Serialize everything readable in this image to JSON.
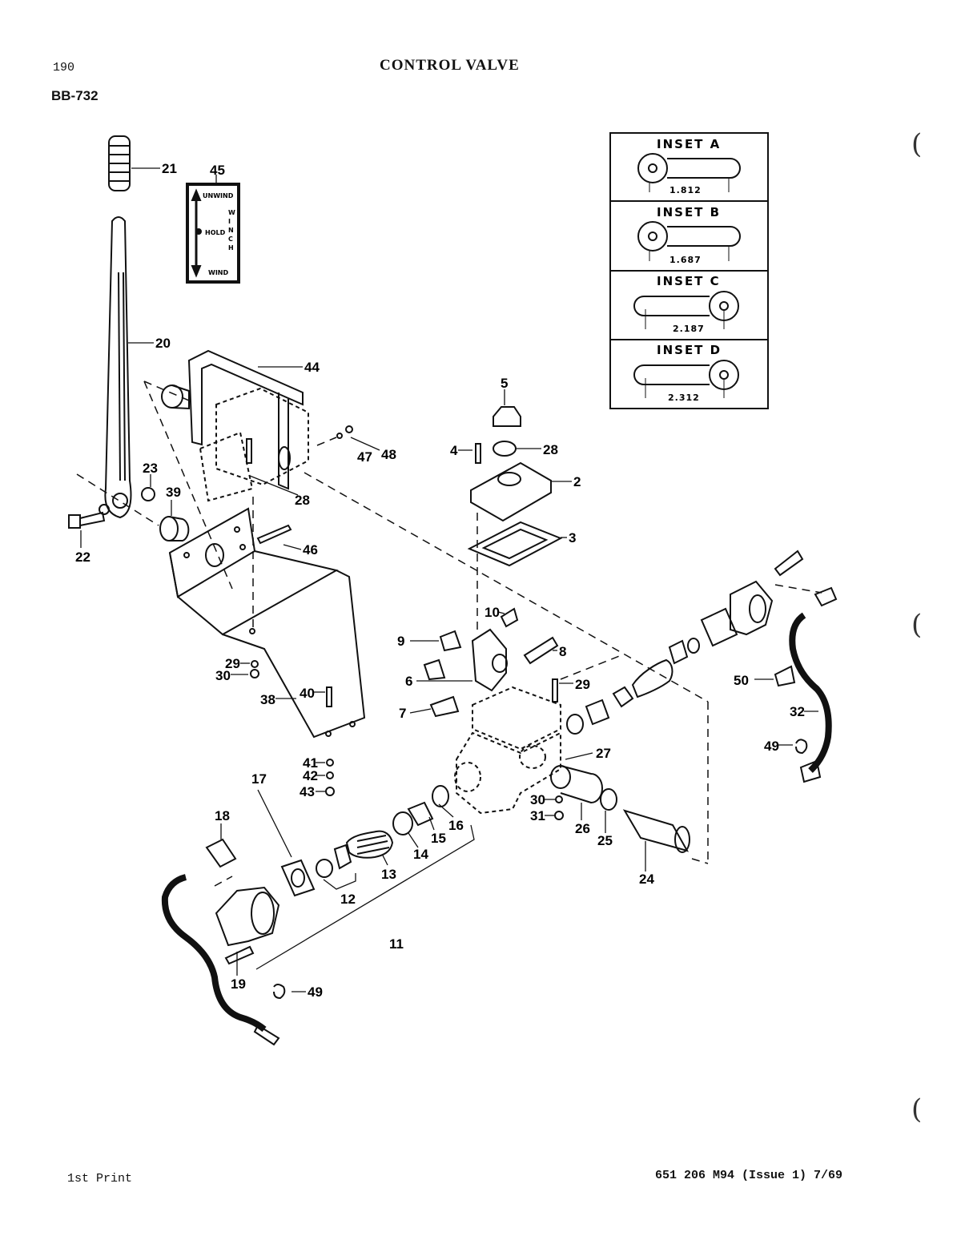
{
  "header": {
    "page_number": "190",
    "title": "CONTROL VALVE",
    "figure_code": "BB-732"
  },
  "footer": {
    "print_note": "1st Print",
    "doc_ref": "651 206 M94 (Issue 1) 7/69"
  },
  "insets": [
    {
      "title": "INSET A",
      "dimension": "1.812"
    },
    {
      "title": "INSET B",
      "dimension": "1.687"
    },
    {
      "title": "INSET C",
      "dimension": "2.187"
    },
    {
      "title": "INSET D",
      "dimension": "2.312"
    }
  ],
  "gauge_plate": {
    "number": "45",
    "top_label": "UNWIND",
    "middle_label": "HOLD",
    "bottom_label": "WIND",
    "side_label": [
      "W",
      "I",
      "N",
      "C",
      "H"
    ]
  },
  "callouts": [
    "21",
    "20",
    "44",
    "23",
    "39",
    "22",
    "28",
    "47",
    "48",
    "46",
    "29",
    "30",
    "38",
    "40",
    "41",
    "42",
    "43",
    "5",
    "4",
    "28",
    "2",
    "3",
    "10",
    "9",
    "8",
    "6",
    "29",
    "7",
    "27",
    "30",
    "31",
    "26",
    "25",
    "24",
    "17",
    "18",
    "16",
    "15",
    "14",
    "13",
    "12",
    "11",
    "19",
    "49",
    "50",
    "32",
    "49"
  ]
}
